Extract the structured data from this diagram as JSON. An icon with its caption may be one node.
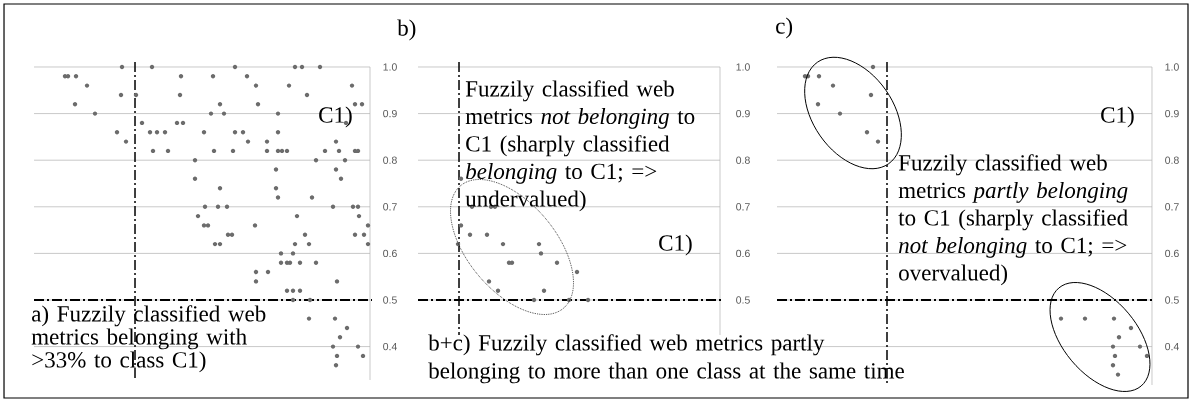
{
  "diagram": {
    "labels": [
      "b)",
      "c)",
      "1.0",
      "0.9",
      "0.8",
      "0.7",
      "0.6",
      "0.5",
      "0.4",
      "C1)",
      "a) Fuzzily classified web metrics belonging with >33% to class C1)",
      "1.0",
      "0.9",
      "0.8",
      "0.7",
      "0.6",
      "0.5",
      "Fuzzily classified web metrics *not belonging* to C1 (sharply classified *belonging* to C1; => undervalued)",
      "C1)",
      "1.0",
      "0.9",
      "0.8",
      "0.7",
      "0.6",
      "0.5",
      "0.4",
      "C1)",
      "Fuzzily classified web metrics *partly belonging* to C1 (sharply classified *not belonging* to C1; => overvalued)",
      "b+c) Fuzzily classified web metrics partly belonging to more than one class at the same time"
    ]
  }
}
